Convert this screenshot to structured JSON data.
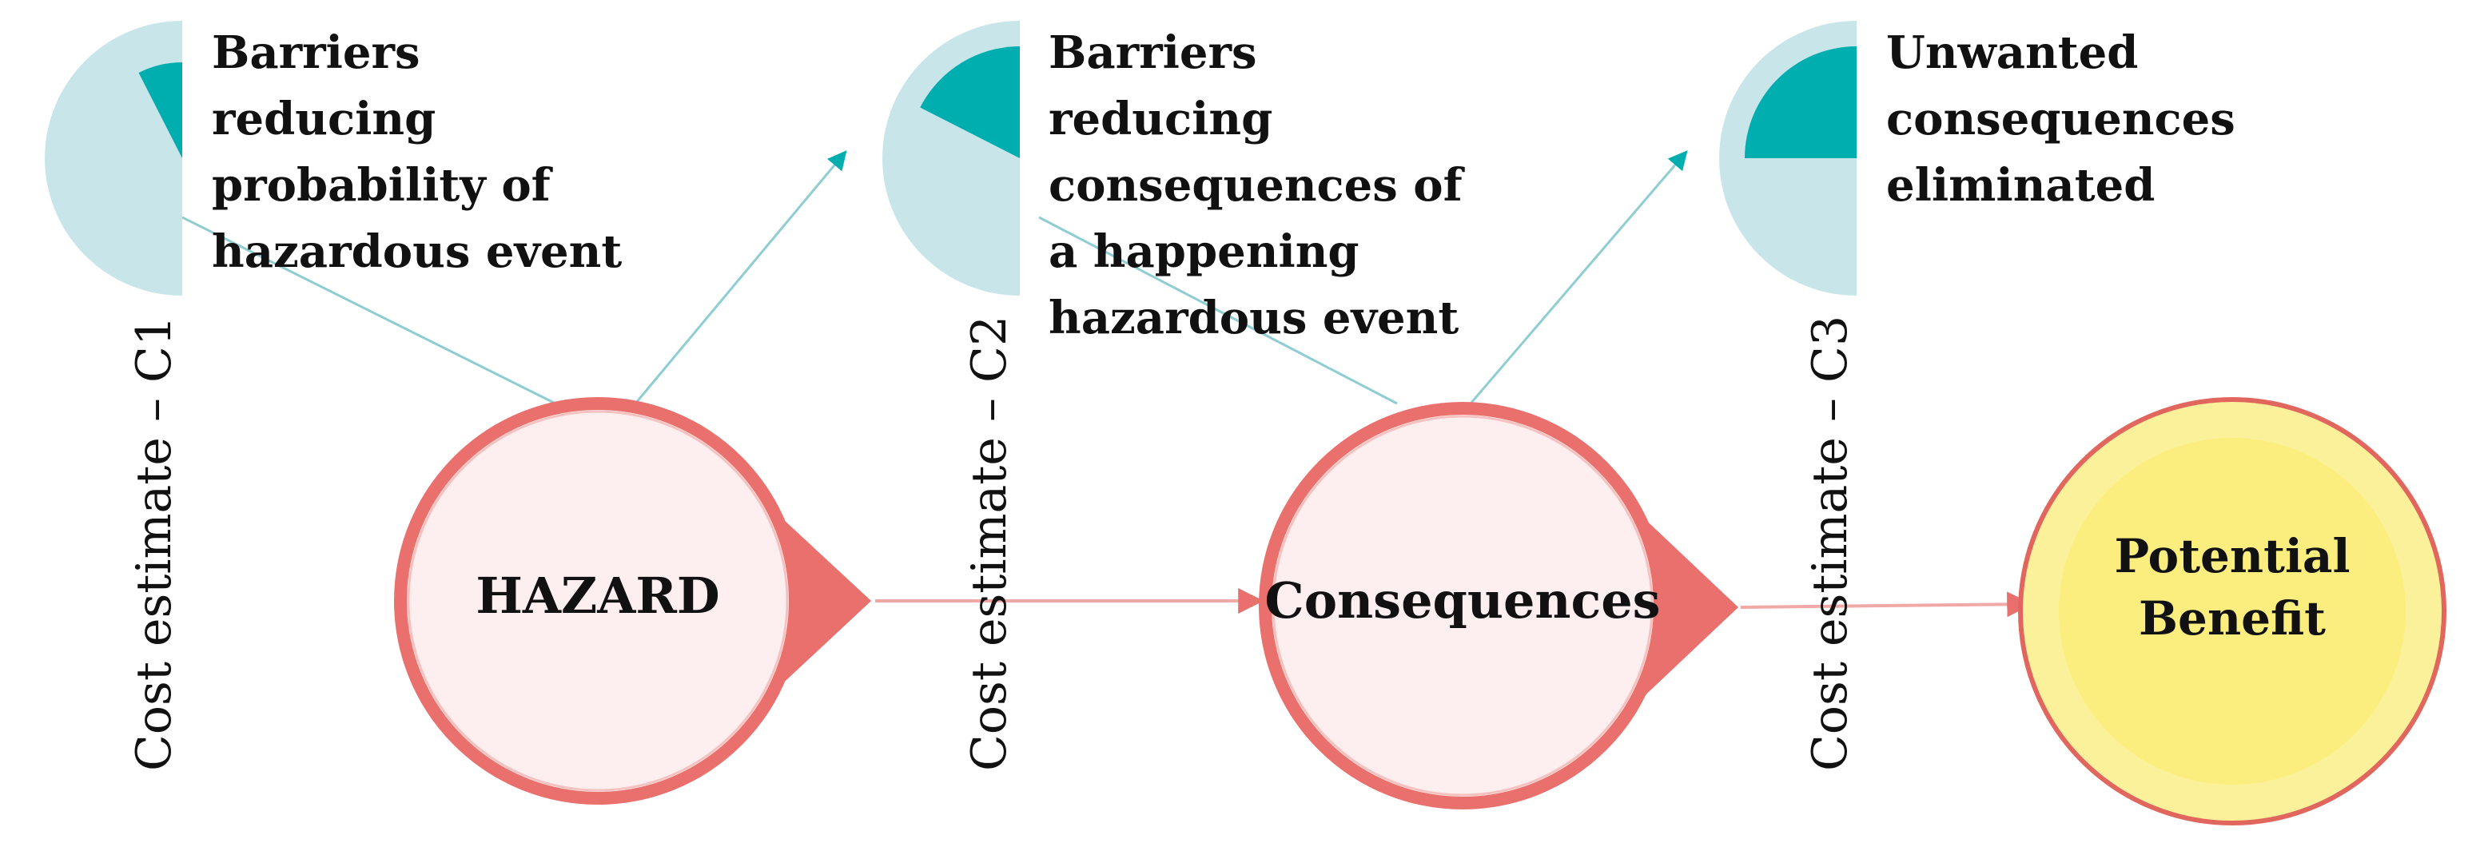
{
  "colors": {
    "teal": "#00AEB0",
    "teal_light": "#C8E6EA",
    "teal_line": "#8FCDD3",
    "coral": "#E9706C",
    "coral_fill": "#FDEFF0",
    "coral_line": "#F0A9A6",
    "yellow_outer": "#FCF19B",
    "yellow_inner": "#FBEE7E",
    "yellow_stroke": "#E1675E"
  },
  "gauges": [
    {
      "name": "c1",
      "fill_fraction": 0.15
    },
    {
      "name": "c2",
      "fill_fraction": 0.35
    },
    {
      "name": "c3",
      "fill_fraction": 0.5
    }
  ],
  "barriers": [
    {
      "lines": [
        "Barriers",
        "reducing",
        "probability of",
        "hazardous event"
      ]
    },
    {
      "lines": [
        "Barriers",
        "reducing",
        "consequences of",
        "a happening",
        "hazardous event"
      ]
    },
    {
      "lines": [
        "Unwanted",
        "consequences",
        "eliminated"
      ]
    }
  ],
  "cost_labels": [
    "Cost estimate – C1",
    "Cost estimate – C2",
    "Cost estimate – C3"
  ],
  "nodes": {
    "hazard": "HAZARD",
    "consequences": "Consequences",
    "benefit_line1": "Potential",
    "benefit_line2": "Benefit"
  }
}
